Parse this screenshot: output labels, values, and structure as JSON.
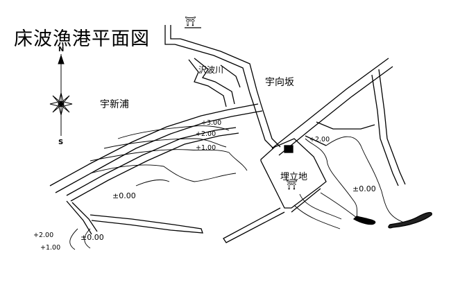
{
  "title": "床波漁港平面図",
  "places": {
    "shinura": "宇新浦",
    "mukaisaka": "宇向坂",
    "sawanami_river": "沢波川",
    "reclaimed_land": "埋立地"
  },
  "shrine_symbol": "⛩",
  "compass": {
    "north": "N",
    "south": "S"
  },
  "elevations": {
    "e_plus3": "+3.00",
    "e_plus2_left": "+2.00",
    "e_plus1_left": "+1.00",
    "e_plus2_right": "+2.00",
    "e_zero_mid": "±0.00",
    "e_zero_right": "±0.00",
    "e_zero_bottom": "±0.00",
    "e_plus2_bottom": "+2.00",
    "e_plus1_bottom": "+1.00"
  },
  "colors": {
    "ink": "#000000",
    "paper": "#ffffff"
  }
}
